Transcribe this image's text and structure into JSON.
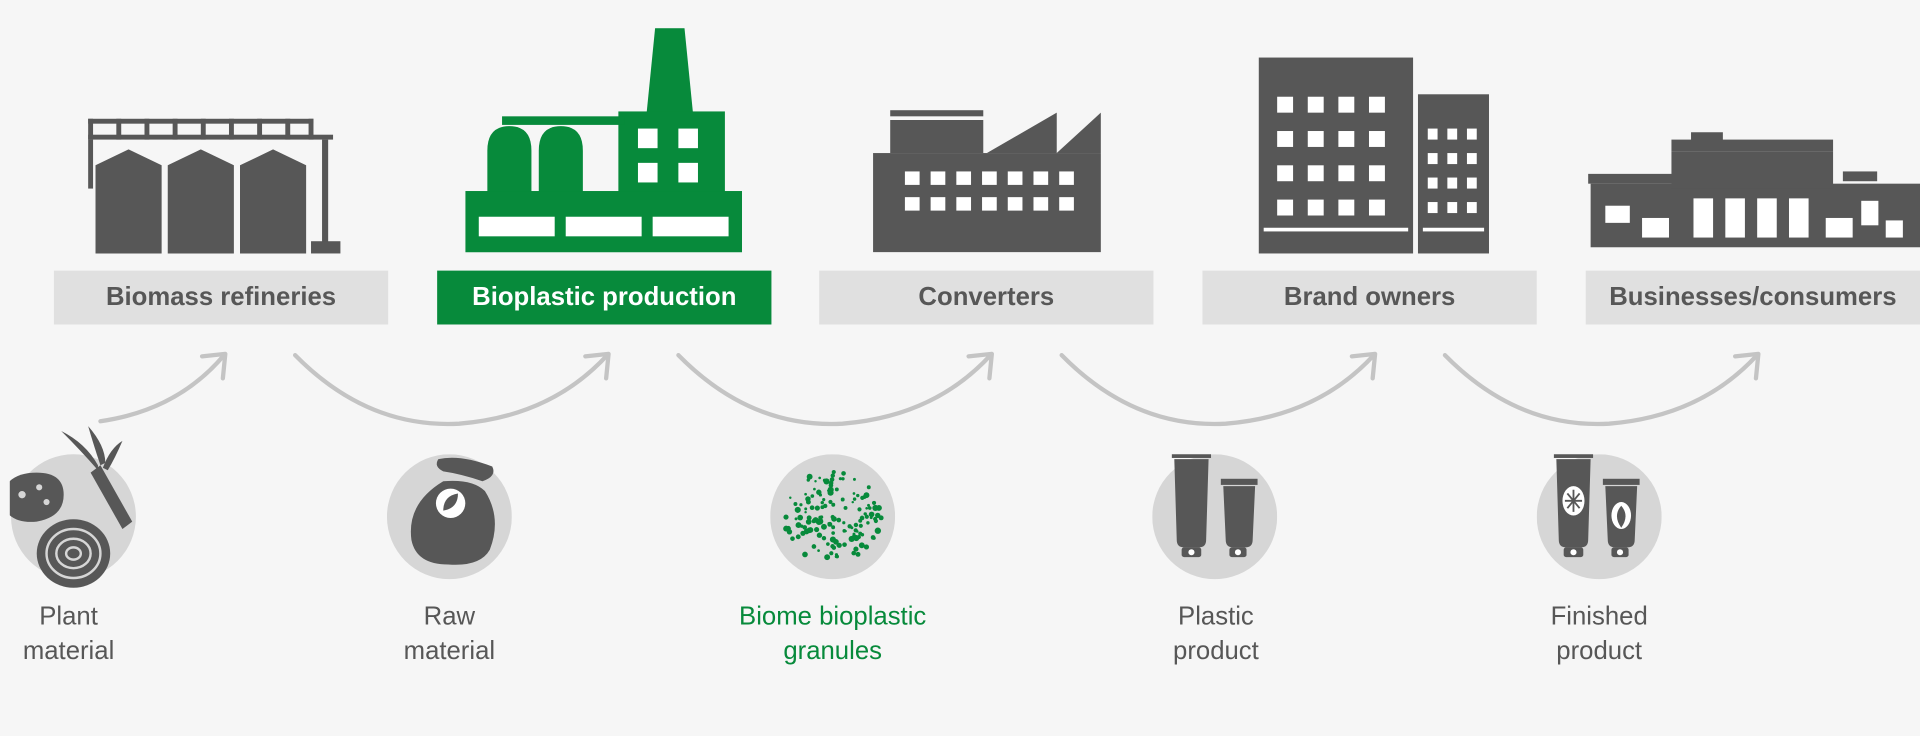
{
  "stages": [
    {
      "label": "Biomass refineries",
      "active": false,
      "icon": "silo-refinery-icon"
    },
    {
      "label": "Bioplastic production",
      "active": true,
      "icon": "bioplastic-factory-icon"
    },
    {
      "label": "Converters",
      "active": false,
      "icon": "converter-factory-icon"
    },
    {
      "label": "Brand owners",
      "active": false,
      "icon": "office-buildings-icon"
    },
    {
      "label": "Businesses/consumers",
      "active": false,
      "icon": "warehouse-icon"
    }
  ],
  "materials": [
    {
      "line1": "Plant",
      "line2": "material",
      "active": false,
      "icon": "plant-material-icon"
    },
    {
      "line1": "Raw",
      "line2": "material",
      "active": false,
      "icon": "raw-material-sack-icon"
    },
    {
      "line1": "Biome bioplastic",
      "line2": "granules",
      "active": true,
      "icon": "granules-icon"
    },
    {
      "line1": "Plastic",
      "line2": "product",
      "active": false,
      "icon": "plastic-tubes-icon"
    },
    {
      "line1": "Finished",
      "line2": "product",
      "active": false,
      "icon": "finished-tubes-icon"
    }
  ],
  "colors": {
    "accent_green": "#078a3b",
    "icon_gray": "#575757",
    "label_bg": "#e0e0e0",
    "arrow_gray": "#c4c4c4",
    "circle_bg": "#d6d6d6"
  }
}
